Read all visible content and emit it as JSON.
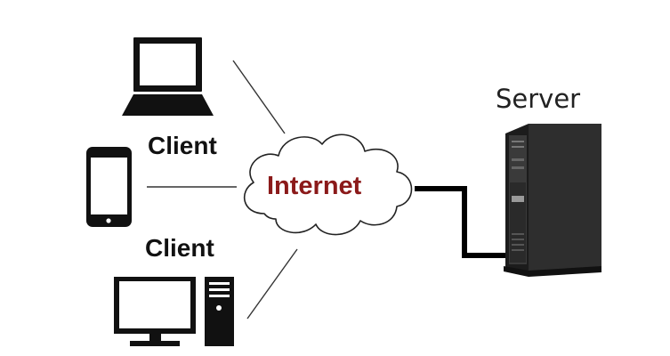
{
  "labels": {
    "client_top": "Client",
    "client_bottom": "Client",
    "internet": "Internet",
    "server": "Server"
  },
  "colors": {
    "internet_text": "#8b1a1a",
    "device": "#1a1a1a",
    "server_cable": "#000000",
    "connection_line": "#333333"
  },
  "icons": [
    "laptop-icon",
    "smartphone-icon",
    "monitor-icon",
    "desktop-tower-icon",
    "cloud-icon",
    "server-icon"
  ]
}
